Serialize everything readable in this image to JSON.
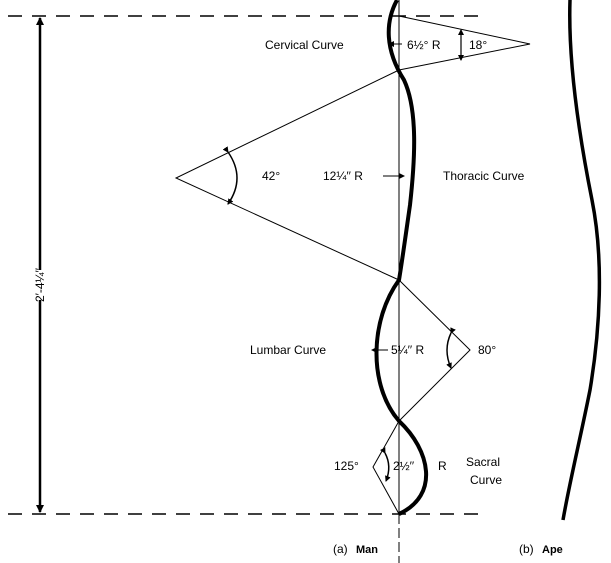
{
  "figure": {
    "total_height_label": "2′-4¼′′",
    "curves": [
      {
        "name": "Cervical Curve",
        "radius": "6½° R",
        "angle": "18°"
      },
      {
        "name": "Thoracic Curve",
        "radius": "12¼′′ R",
        "angle": "42°"
      },
      {
        "name": "Lumbar Curve",
        "radius": "5¼′′ R",
        "angle": "80°"
      },
      {
        "name_line1": "Sacral",
        "name_line2": "Curve",
        "radius_value": "2½′′",
        "radius_suffix": "R",
        "angle": "125°"
      }
    ],
    "captions": {
      "man_prefix": "(a)",
      "man": "Man",
      "ape_prefix": "(b)",
      "ape": "Ape"
    },
    "colors": {
      "ink": "#000000",
      "background": "#ffffff"
    }
  }
}
